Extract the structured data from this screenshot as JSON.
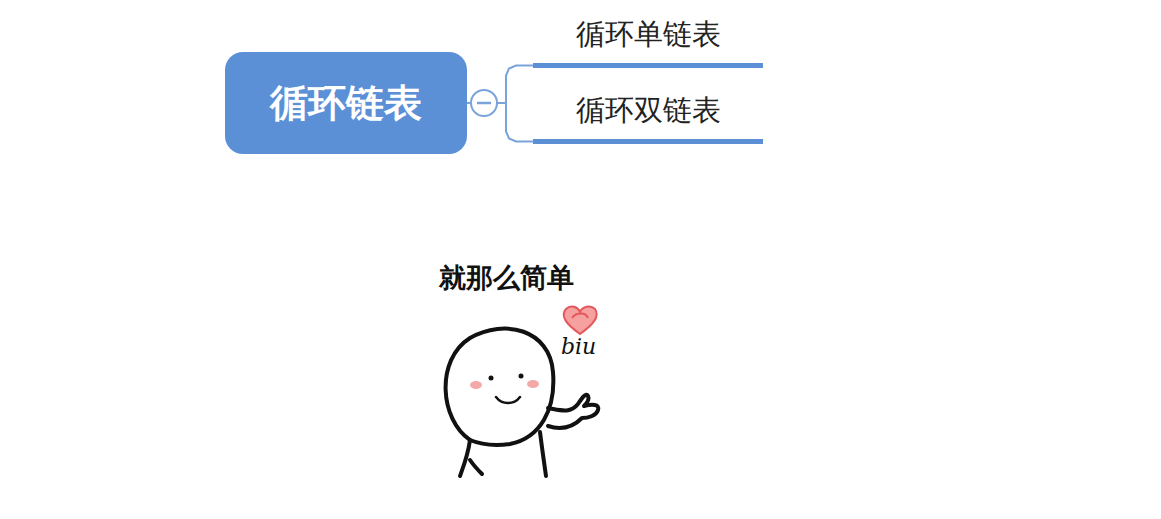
{
  "diagram": {
    "nodes": [
      {
        "text": [
          "循环链表"
        ]
      },
      {
        "text": [
          "循环单链表"
        ]
      },
      {
        "text": [
          "循环双链表"
        ]
      }
    ],
    "edges": [
      {
        "from": 0,
        "to": 1,
        "arrow": "none"
      },
      {
        "from": 0,
        "to": 2,
        "arrow": "none"
      }
    ],
    "labels": [
      "就那么简单",
      "biu"
    ]
  }
}
